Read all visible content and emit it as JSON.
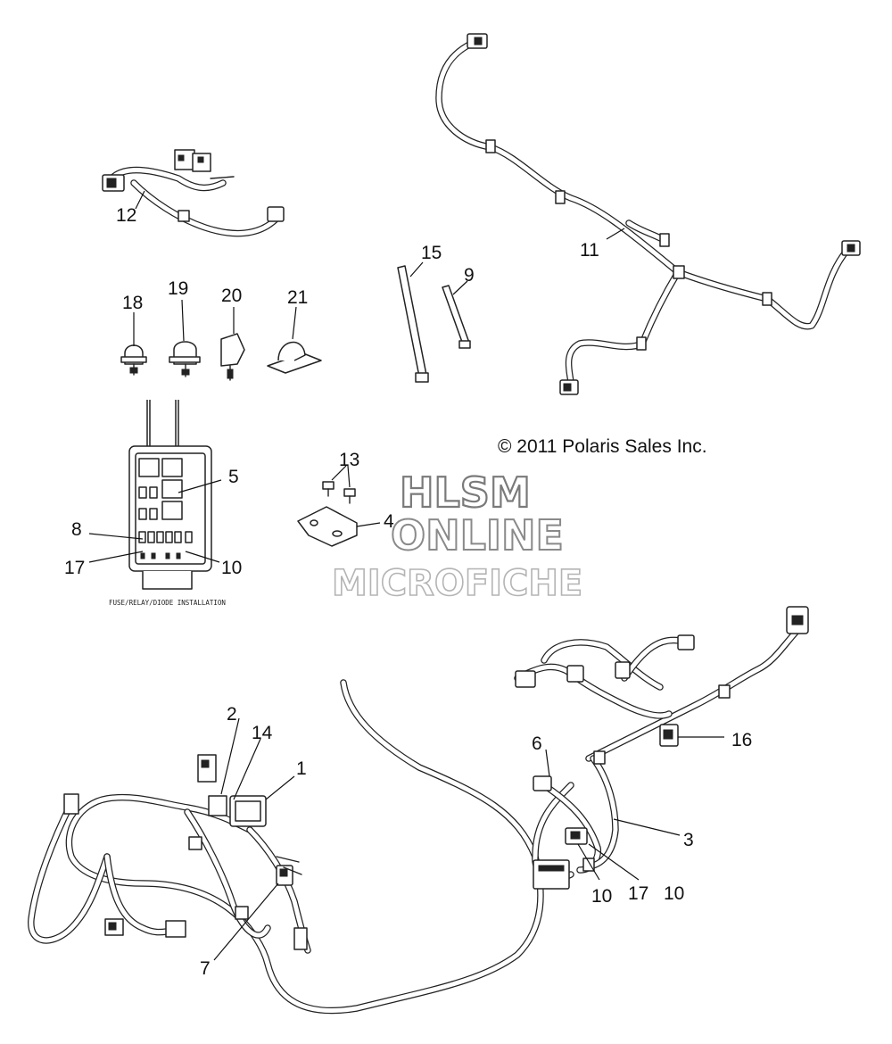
{
  "labels": {
    "l1": "1",
    "l2": "2",
    "l3": "3",
    "l4": "4",
    "l5": "5",
    "l6": "6",
    "l7": "7",
    "l8": "8",
    "l9": "9",
    "l10a": "10",
    "l10b": "10",
    "l10c": "10",
    "l11": "11",
    "l12": "12",
    "l13": "13",
    "l14": "14",
    "l15": "15",
    "l16": "16",
    "l17a": "17",
    "l17b": "17",
    "l18": "18",
    "l19": "19",
    "l20": "20",
    "l21": "21"
  },
  "copyright": "© 2011 Polaris Sales Inc.",
  "fuse_box_caption": "FUSE/RELAY/DIODE INSTALLATION",
  "watermark": {
    "line1": "HLSM",
    "line2": "ONLINE",
    "line3": "MICROFICHE"
  }
}
